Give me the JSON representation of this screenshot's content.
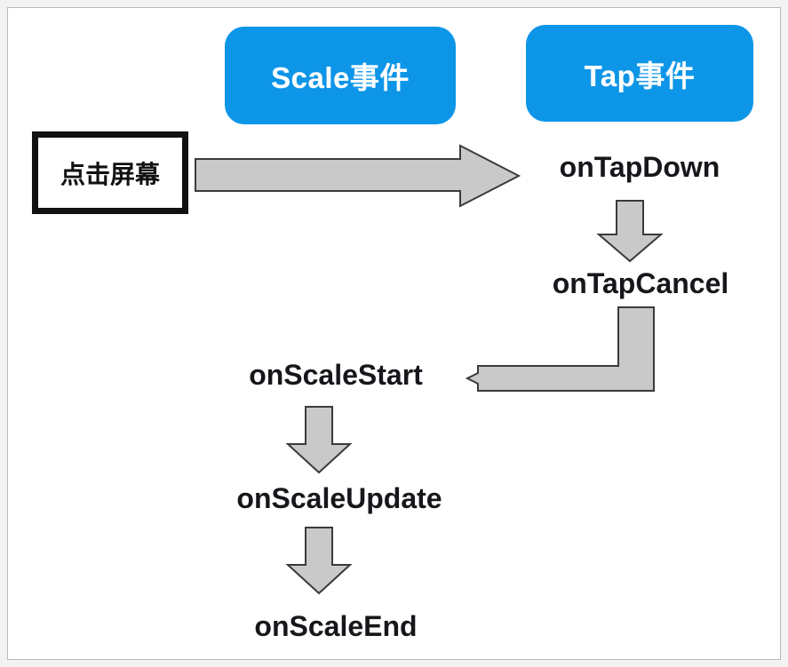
{
  "diagram": {
    "title": "Flutter gesture event flow: Scale vs Tap",
    "background_color": "#ffffff",
    "frame_color": "#b9b9b9",
    "accent_color": "#0d95e8",
    "arrow_fill": "#c9c9c9",
    "arrow_stroke": "#3b3b3b",
    "text_color": "#16171b",
    "columns": [
      {
        "id": "scale-column",
        "header": "Scale事件"
      },
      {
        "id": "tap-column",
        "header": "Tap事件"
      }
    ],
    "nodes": [
      {
        "id": "scale-header",
        "label": "Scale事件",
        "type": "rounded-blue-box",
        "column": "scale"
      },
      {
        "id": "tap-header",
        "label": "Tap事件",
        "type": "rounded-blue-box",
        "column": "tap"
      },
      {
        "id": "tap-screen",
        "label": "点击屏幕",
        "type": "black-bordered-box",
        "column": "input"
      },
      {
        "id": "on-tap-down",
        "label": "onTapDown",
        "type": "text-node",
        "column": "tap"
      },
      {
        "id": "on-tap-cancel",
        "label": "onTapCancel",
        "type": "text-node",
        "column": "tap"
      },
      {
        "id": "on-scale-start",
        "label": "onScaleStart",
        "type": "text-node",
        "column": "scale"
      },
      {
        "id": "on-scale-update",
        "label": "onScaleUpdate",
        "type": "text-node",
        "column": "scale"
      },
      {
        "id": "on-scale-end",
        "label": "onScaleEnd",
        "type": "text-node",
        "column": "scale"
      }
    ],
    "edges": [
      {
        "id": "edge-tapscreen-to-ontapdown",
        "from": "tap-screen",
        "to": "on-tap-down",
        "style": "block-arrow-right"
      },
      {
        "id": "edge-ontapdown-to-ontapcancel",
        "from": "on-tap-down",
        "to": "on-tap-cancel",
        "style": "block-arrow-down"
      },
      {
        "id": "edge-ontapcancel-to-onscalestart",
        "from": "on-tap-cancel",
        "to": "on-scale-start",
        "style": "elbow-arrow-down-left"
      },
      {
        "id": "edge-onscalestart-to-onscaleupdate",
        "from": "on-scale-start",
        "to": "on-scale-update",
        "style": "block-arrow-down"
      },
      {
        "id": "edge-onscaleupdate-to-onscaleend",
        "from": "on-scale-update",
        "to": "on-scale-end",
        "style": "block-arrow-down"
      }
    ]
  }
}
